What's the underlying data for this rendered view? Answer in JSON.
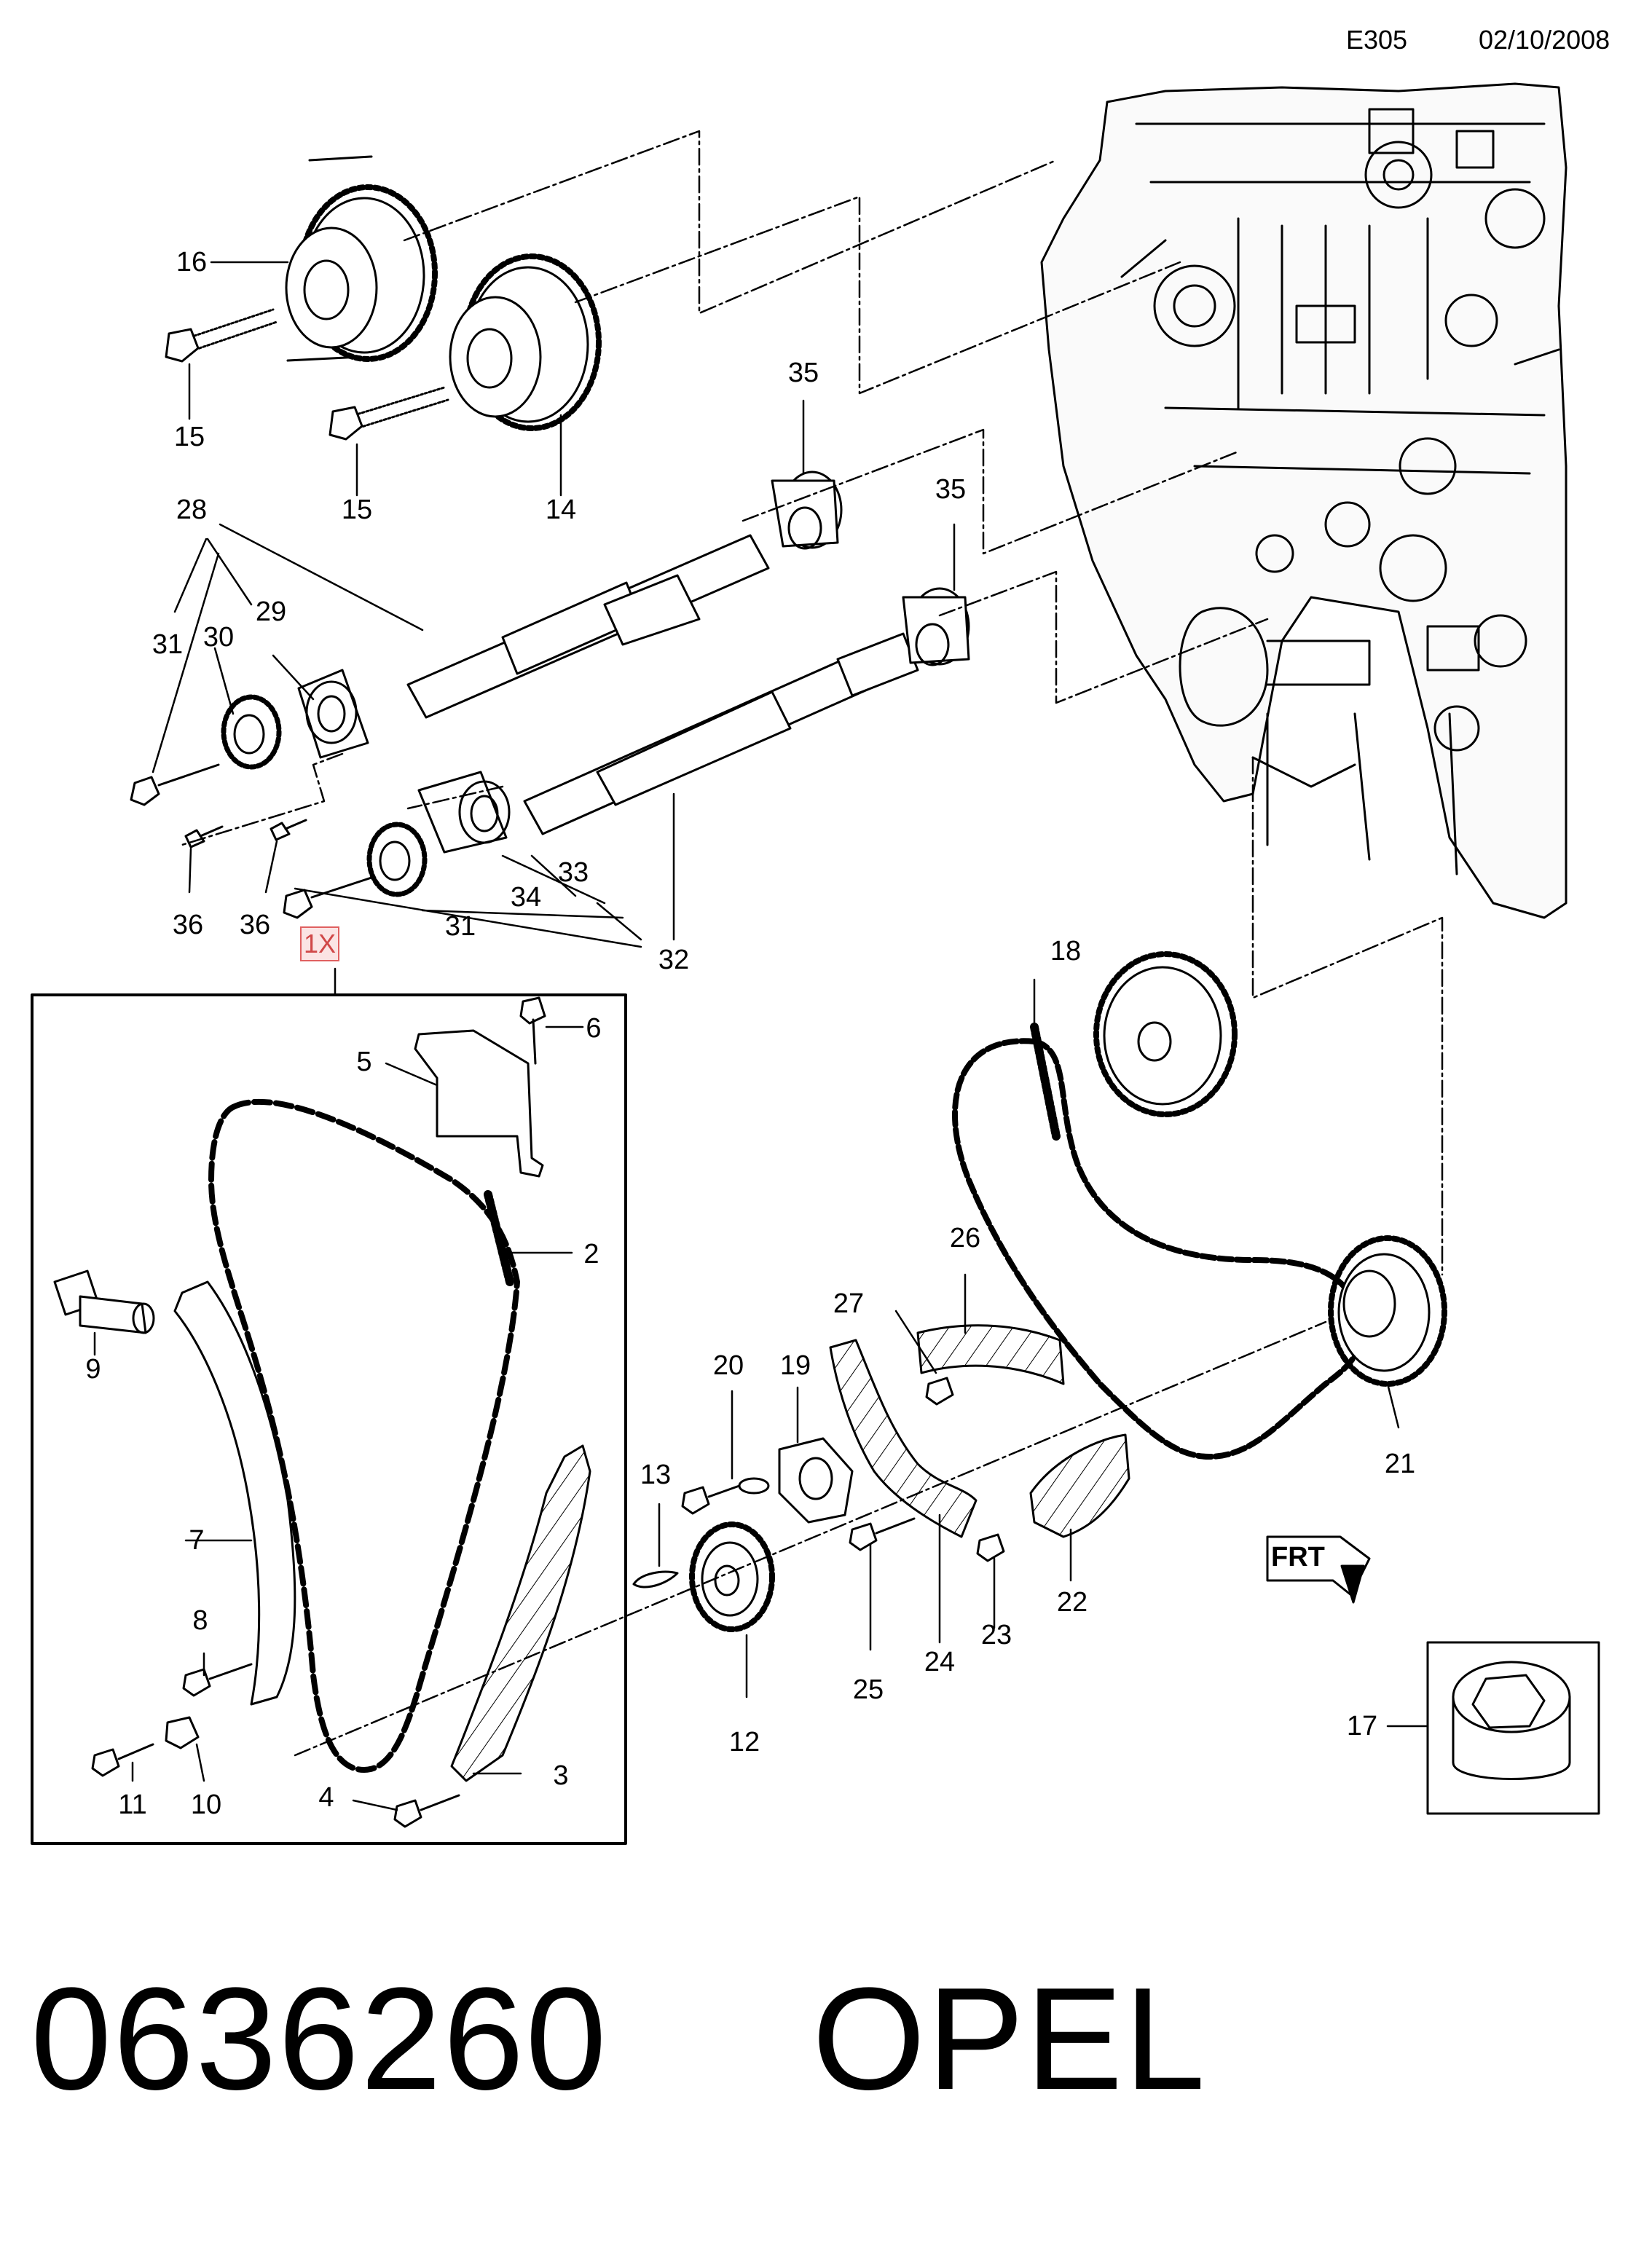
{
  "header": {
    "code": "E305",
    "date": "02/10/2008"
  },
  "quantity_label": "1X",
  "footer": {
    "part_number": "0636260",
    "brand": "OPEL"
  },
  "callouts": [
    "16",
    "15",
    "15",
    "14",
    "35",
    "35",
    "28",
    "31",
    "30",
    "29",
    "36",
    "36",
    "33",
    "34",
    "31",
    "32",
    "18",
    "6",
    "5",
    "2",
    "9",
    "7",
    "8",
    "11",
    "10",
    "4",
    "3",
    "26",
    "27",
    "20",
    "19",
    "13",
    "12",
    "25",
    "24",
    "23",
    "22",
    "21",
    "17"
  ]
}
